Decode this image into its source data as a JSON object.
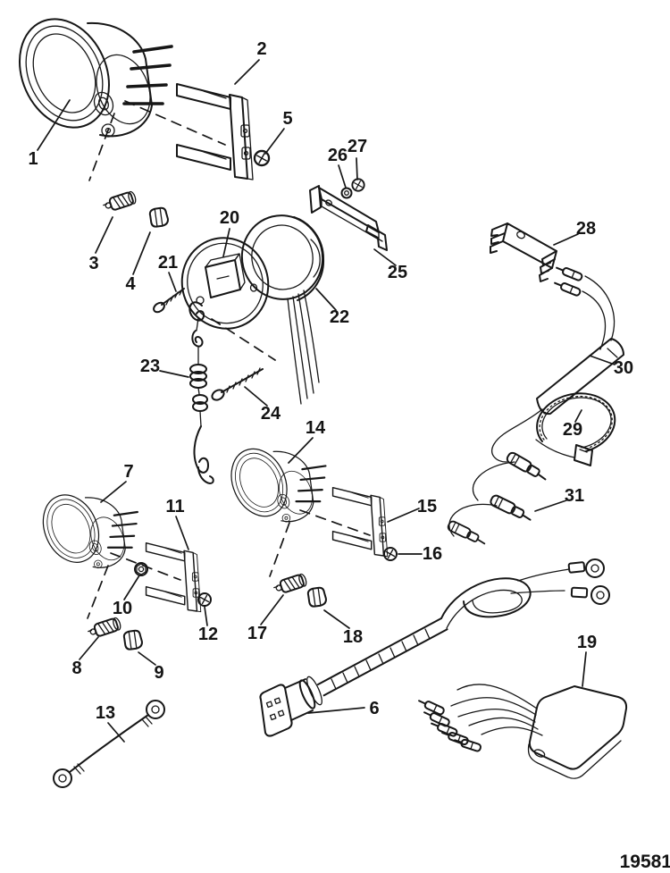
{
  "figure": {
    "number": "19581"
  },
  "colors": {
    "ink": "#161616",
    "paper": "#ffffff"
  },
  "callouts": [
    {
      "label": "1"
    },
    {
      "label": "2"
    },
    {
      "label": "3"
    },
    {
      "label": "4"
    },
    {
      "label": "5"
    },
    {
      "label": "6"
    },
    {
      "label": "7"
    },
    {
      "label": "8"
    },
    {
      "label": "9"
    },
    {
      "label": "10"
    },
    {
      "label": "11"
    },
    {
      "label": "12"
    },
    {
      "label": "13"
    },
    {
      "label": "14"
    },
    {
      "label": "15"
    },
    {
      "label": "16"
    },
    {
      "label": "17"
    },
    {
      "label": "18"
    },
    {
      "label": "19"
    },
    {
      "label": "20"
    },
    {
      "label": "21"
    },
    {
      "label": "22"
    },
    {
      "label": "23"
    },
    {
      "label": "24"
    },
    {
      "label": "25"
    },
    {
      "label": "26"
    },
    {
      "label": "27"
    },
    {
      "label": "28"
    },
    {
      "label": "29"
    },
    {
      "label": "30"
    },
    {
      "label": "31"
    }
  ]
}
